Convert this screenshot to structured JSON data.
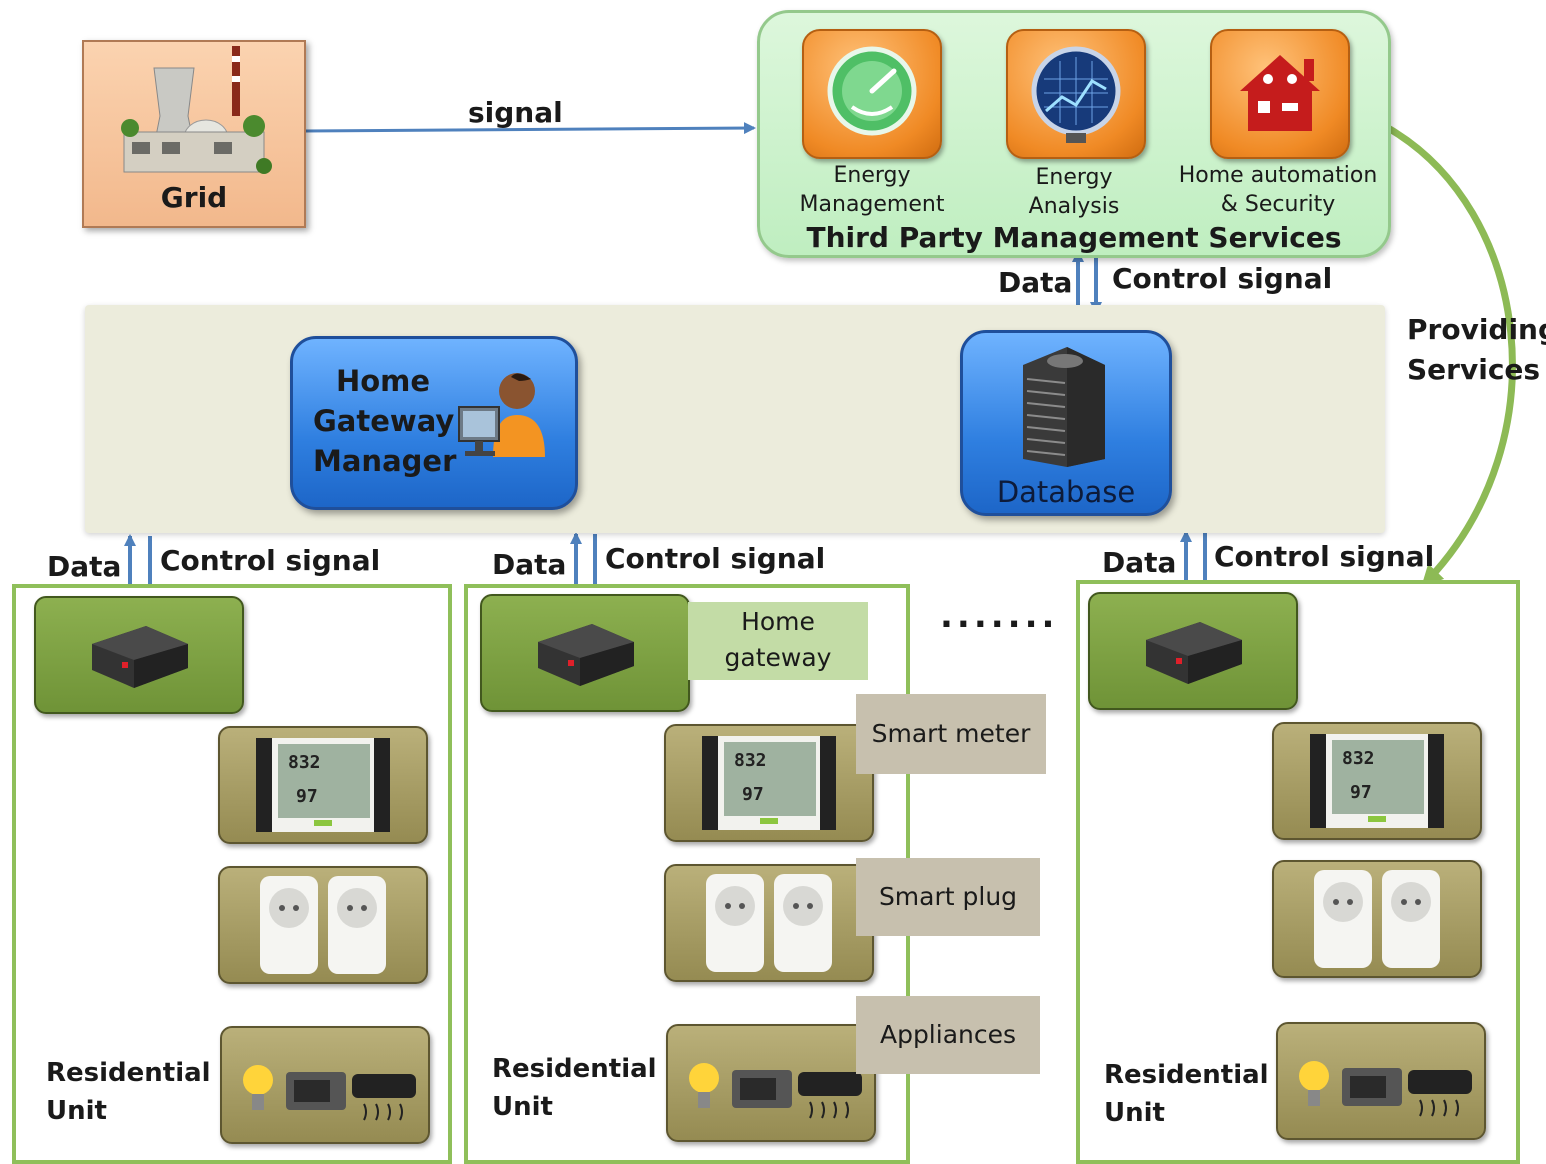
{
  "grid": {
    "label": "Grid"
  },
  "signal_label": "signal",
  "third_party": {
    "title": "Third Party Management Services",
    "services": [
      {
        "line1": "Energy",
        "line2": "Management",
        "icon": "gauge-icon"
      },
      {
        "line1": "Energy",
        "line2": "Analysis",
        "icon": "monitor-chart-icon"
      },
      {
        "line1": "Home automation",
        "line2": "& Security",
        "icon": "house-lock-icon"
      }
    ]
  },
  "providing_services": {
    "line1": "Providing",
    "line2": "Services"
  },
  "hub_links": {
    "data": "Data",
    "control": "Control signal"
  },
  "home_gateway_manager": {
    "line1": "Home",
    "line2": "Gateway",
    "line3": "Manager"
  },
  "database": {
    "label": "Database"
  },
  "units": [
    {
      "data": "Data",
      "control": "Control signal",
      "line1": "Residential",
      "line2": "Unit"
    },
    {
      "data": "Data",
      "control": "Control signal",
      "line1": "Residential",
      "line2": "Unit"
    },
    {
      "data": "Data",
      "control": "Control signal",
      "line1": "Residential",
      "line2": "Unit"
    }
  ],
  "ellipsis": ".......",
  "tags": {
    "home_gateway_line1": "Home",
    "home_gateway_line2": "gateway",
    "smart_meter": "Smart meter",
    "smart_plug": "Smart plug",
    "appliances": "Appliances"
  },
  "meter_display": {
    "top": "832",
    "bottom": "97"
  },
  "colors": {
    "arrow_blue": "#4f81bd",
    "unit_border": "#8fbf5a",
    "providing_arrow": "#8dba55",
    "tile_orange": "#f08a25",
    "tile_blue": "#2f7fe0",
    "gateway_green": "#7a9c3f",
    "device_olive": "#a59d64"
  }
}
